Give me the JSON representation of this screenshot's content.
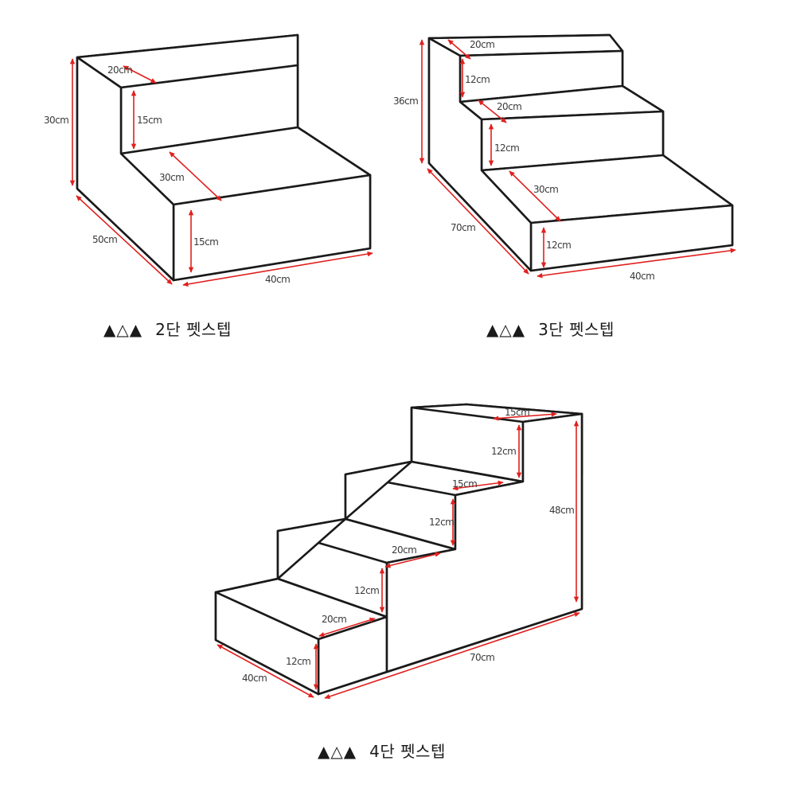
{
  "steps": [
    {
      "id": "two-step",
      "caption": {
        "symbols": "▲△▲",
        "text": "2단 펫스텝"
      },
      "dimensions": {
        "height_total": "30cm",
        "top_tread": "20cm",
        "upper_riser": "15cm",
        "lower_tread": "30cm",
        "lower_riser": "15cm",
        "depth": "50cm",
        "width": "40cm"
      }
    },
    {
      "id": "three-step",
      "caption": {
        "symbols": "▲△▲",
        "text": "3단 펫스텝"
      },
      "dimensions": {
        "height_total": "36cm",
        "top_tread": "20cm",
        "riser_3": "12cm",
        "tread_2": "20cm",
        "riser_2": "12cm",
        "tread_1": "30cm",
        "riser_1": "12cm",
        "depth": "70cm",
        "width": "40cm"
      }
    },
    {
      "id": "four-step",
      "caption": {
        "symbols": "▲△▲",
        "text": "4단 펫스텝"
      },
      "dimensions": {
        "height_total": "48cm",
        "top_tread": "15cm",
        "riser_4": "12cm",
        "tread_3": "15cm",
        "riser_3": "12cm",
        "tread_2": "20cm",
        "riser_2": "12cm",
        "tread_1": "20cm",
        "riser_1": "12cm",
        "width": "40cm",
        "depth": "70cm"
      }
    }
  ],
  "colors": {
    "outline": "#1a1a1a",
    "dimension_line": "#e0201e"
  }
}
